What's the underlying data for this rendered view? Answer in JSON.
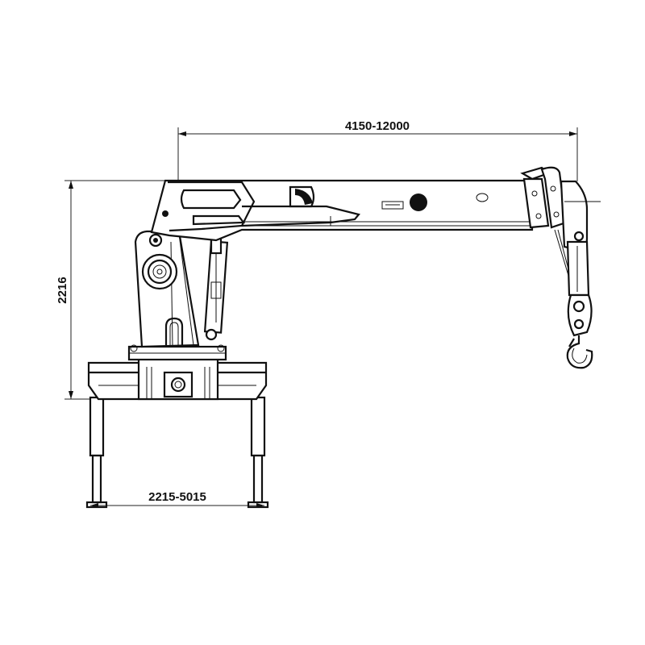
{
  "dimensions": {
    "boom_reach": "4150-12000",
    "crane_height": "2216",
    "outrigger_span": "2215-5015"
  }
}
